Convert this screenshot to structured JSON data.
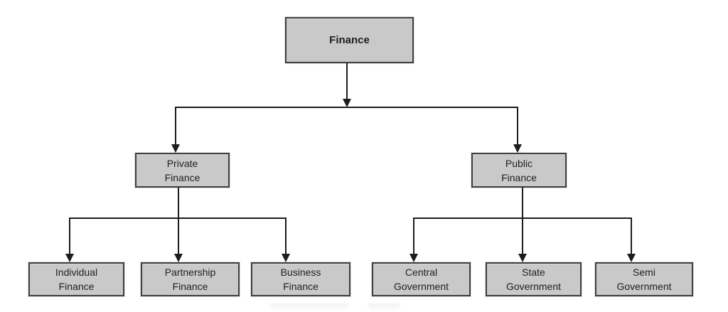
{
  "diagram": {
    "type": "tree",
    "colors": {
      "page_bg": "#ffffff",
      "box_fill": "#c9c9c9",
      "box_border": "#3f3f3f",
      "line_color": "#1c1c1c",
      "text_color": "#1f1f1f"
    },
    "nodes": {
      "root": {
        "label": "Finance"
      },
      "private": {
        "line1": "Private",
        "line2": "Finance"
      },
      "public": {
        "line1": "Public",
        "line2": "Finance"
      },
      "individual": {
        "line1": "Individual",
        "line2": "Finance"
      },
      "partnership": {
        "line1": "Partnership",
        "line2": "Finance"
      },
      "business": {
        "line1": "Business",
        "line2": "Finance"
      },
      "central": {
        "line1": "Central",
        "line2": "Government"
      },
      "state": {
        "line1": "State",
        "line2": "Government"
      },
      "semi": {
        "line1": "Semi",
        "line2": "Government"
      }
    },
    "hierarchy": {
      "Finance": {
        "Private Finance": [
          "Individual Finance",
          "Partnership Finance",
          "Business Finance"
        ],
        "Public Finance": [
          "Central Government",
          "State Government",
          "Semi Government"
        ]
      }
    }
  }
}
